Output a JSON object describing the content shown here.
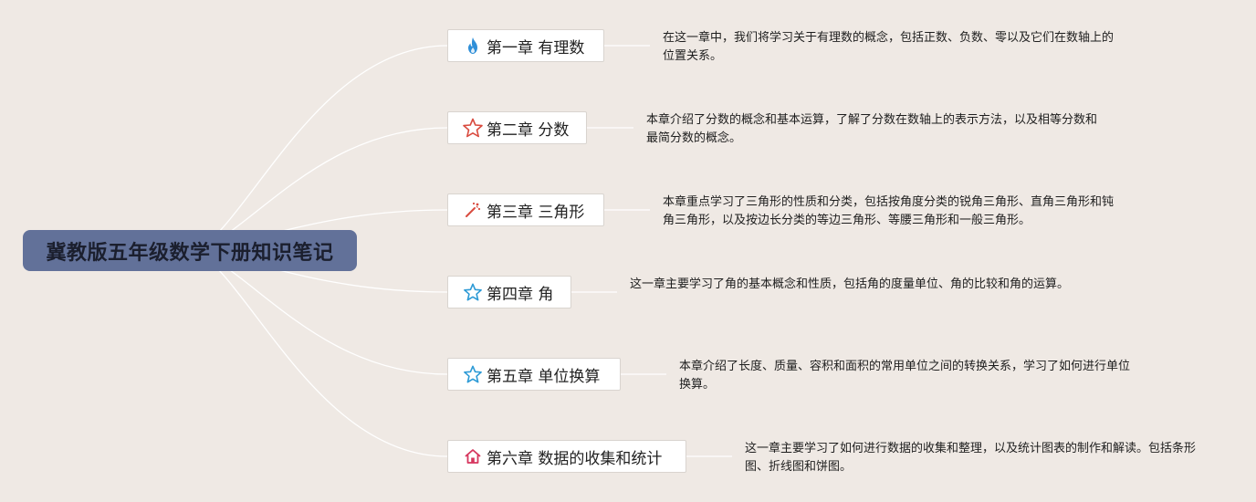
{
  "root": {
    "title": "冀教版五年级数学下册知识笔记"
  },
  "chapters": [
    {
      "label": "第一章 有理数",
      "icon": "flame-icon",
      "icon_color": "#2f8fd8",
      "description": "在这一章中，我们将学习关于有理数的概念，包括正数、负数、零以及它们在数轴上的位置关系。"
    },
    {
      "label": "第二章 分数",
      "icon": "star-outline-icon",
      "icon_color": "#d94b3f",
      "description": "本章介绍了分数的概念和基本运算，了解了分数在数轴上的表示方法，以及相等分数和最简分数的概念。"
    },
    {
      "label": "第三章 三角形",
      "icon": "magic-wand-icon",
      "icon_color": "#d94b3f",
      "description": "本章重点学习了三角形的性质和分类，包括按角度分类的锐角三角形、直角三角形和钝角三角形，以及按边长分类的等边三角形、等腰三角形和一般三角形。"
    },
    {
      "label": "第四章 角",
      "icon": "star-outline-icon",
      "icon_color": "#2f9bd6",
      "description": "这一章主要学习了角的基本概念和性质，包括角的度量单位、角的比较和角的运算。"
    },
    {
      "label": "第五章 单位换算",
      "icon": "star-outline-icon",
      "icon_color": "#2f9bd6",
      "description": "本章介绍了长度、质量、容积和面积的常用单位之间的转换关系，学习了如何进行单位换算。"
    },
    {
      "label": "第六章 数据的收集和统计",
      "icon": "home-icon",
      "icon_color": "#d6365e",
      "description": "这一章主要学习了如何进行数据的收集和整理，以及统计图表的制作和解读。包括条形图、折线图和饼图。"
    }
  ],
  "colors": {
    "background": "#efe9e4",
    "root_fill": "#627199",
    "connector": "#ffffff",
    "node_fill": "#ffffff"
  }
}
